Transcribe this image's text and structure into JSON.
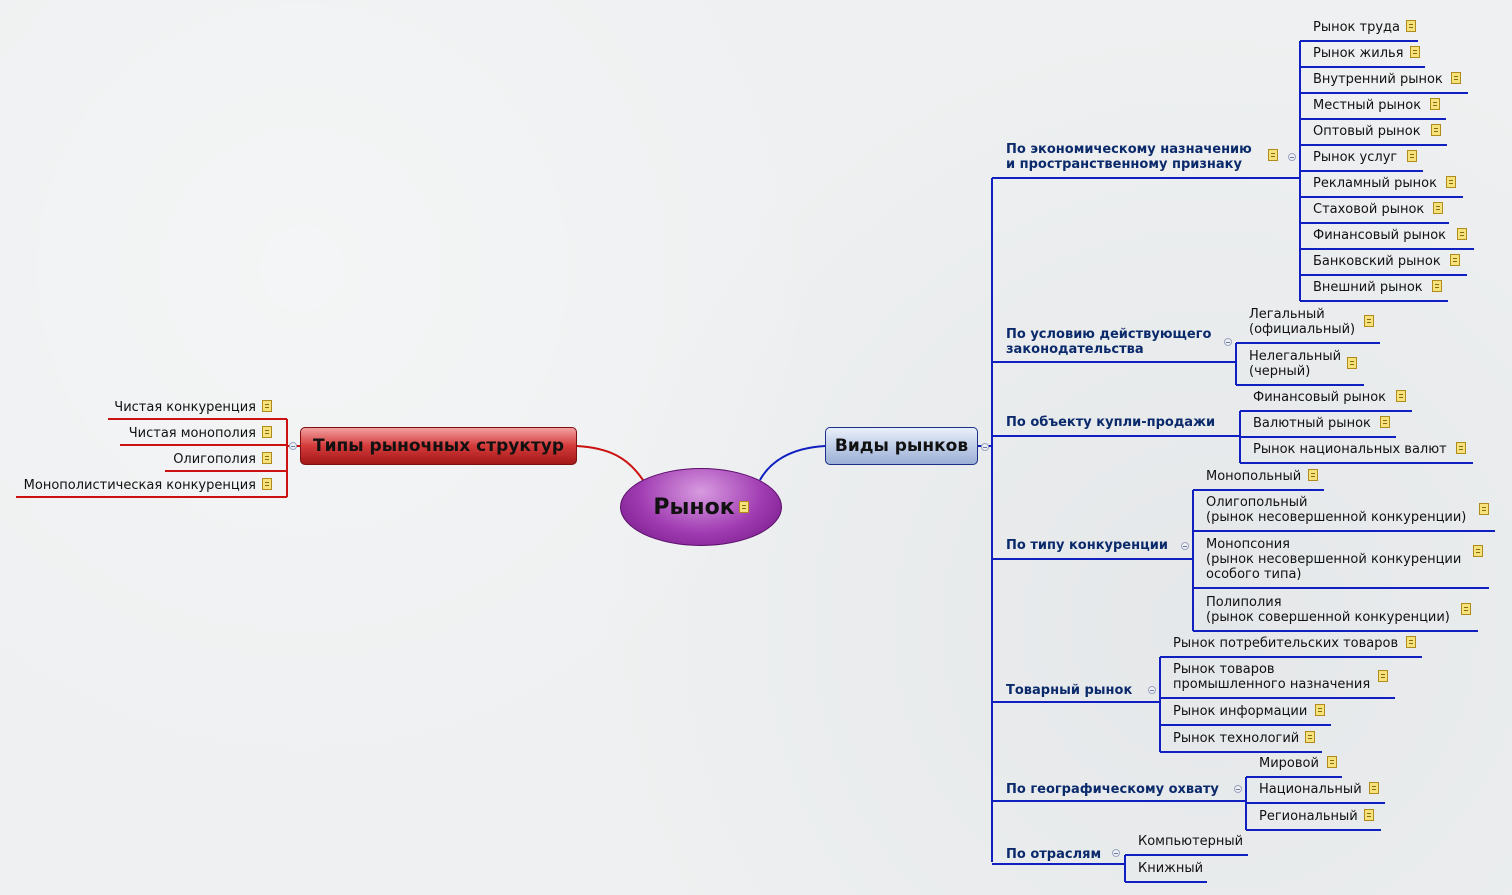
{
  "root": "Рынок",
  "left": {
    "title": "Типы рыночных структур",
    "items": [
      "Чистая конкуренция",
      "Чистая монополия",
      "Олигополия",
      "Монополистическая конкуренция"
    ]
  },
  "right": {
    "title": "Виды рынков",
    "branches": [
      {
        "label": [
          "По экономическому назначению",
          "и пространственному признаку"
        ],
        "items": [
          [
            "Рынок труда"
          ],
          [
            "Рынок жилья"
          ],
          [
            "Внутренний рынок"
          ],
          [
            "Местный рынок"
          ],
          [
            "Оптовый рынок"
          ],
          [
            "Рынок услуг"
          ],
          [
            "Рекламный рынок"
          ],
          [
            "Стаховой рынок"
          ],
          [
            "Финансовый рынок"
          ],
          [
            "Банковский рынок"
          ],
          [
            "Внешний рынок"
          ]
        ]
      },
      {
        "label": [
          "По условию действующего",
          "законодательства"
        ],
        "items": [
          [
            "Легальный",
            "(официальный)"
          ],
          [
            "Нелегальный",
            "(черный)"
          ]
        ]
      },
      {
        "label": [
          "По объекту купли-продажи"
        ],
        "items": [
          [
            "Финансовый рынок"
          ],
          [
            "Валютный рынок"
          ],
          [
            "Рынок национальных валют"
          ]
        ]
      },
      {
        "label": [
          "По типу конкуренции"
        ],
        "items": [
          [
            "Монопольный"
          ],
          [
            "Олигопольный",
            "(рынок несовершенной конкуренции)"
          ],
          [
            "Монопсония",
            "(рынок несовершенной конкуренции",
            "особого типа)"
          ],
          [
            "Полиполия",
            "(рынок совершенной конкуренции)"
          ]
        ]
      },
      {
        "label": [
          "Товарный рынок"
        ],
        "items": [
          [
            "Рынок потребительских товаров"
          ],
          [
            "Рынок товаров",
            "промышленного назначения"
          ],
          [
            "Рынок информации"
          ],
          [
            "Рынок технологий"
          ]
        ]
      },
      {
        "label": [
          "По географическому охвату"
        ],
        "items": [
          [
            "Мировой"
          ],
          [
            "Национальный"
          ],
          [
            "Региональный"
          ]
        ]
      },
      {
        "label": [
          "По отраслям"
        ],
        "items": [
          [
            "Компьютерный"
          ],
          [
            "Книжный"
          ]
        ]
      }
    ]
  },
  "colors": {
    "left_branch": "#cc1111",
    "right_branch": "#1020c0",
    "root": "#a03bb2"
  },
  "icons": [
    "note-icon",
    "collapse-icon"
  ]
}
